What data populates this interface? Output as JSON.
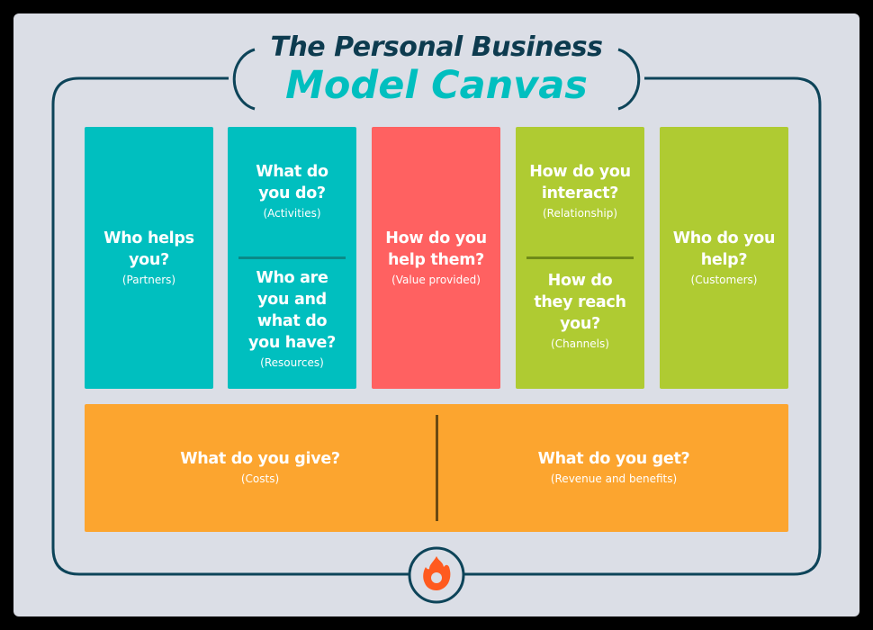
{
  "title": {
    "line1": "The Personal Business",
    "line2": "Model Canvas"
  },
  "colors": {
    "background": "#dbdee6",
    "frame": "#0d4459",
    "title_dark": "#0d3b4f",
    "teal": "#00bfbf",
    "red": "#ff6161",
    "lime": "#afcb32",
    "orange": "#fca52f",
    "logo": "#ff5a1f"
  },
  "blocks": {
    "partners": {
      "question": "Who helps you?",
      "q_line1": "Who helps",
      "q_line2": "you?",
      "label": "(Partners)"
    },
    "activities": {
      "q_line1": "What do",
      "q_line2": "you do?",
      "label": "(Activities)"
    },
    "resources": {
      "q_line1": "Who are",
      "q_line2": "you and",
      "q_line3": "what do",
      "q_line4": "you have?",
      "label": "(Resources)"
    },
    "value": {
      "q_line1": "How do you",
      "q_line2": "help them?",
      "label": "(Value provided)"
    },
    "relationship": {
      "q_line1": "How do you",
      "q_line2": "interact?",
      "label": "(Relationship)"
    },
    "channels": {
      "q_line1": "How do",
      "q_line2": "they reach",
      "q_line3": "you?",
      "label": "(Channels)"
    },
    "customers": {
      "q_line1": "Who do you",
      "q_line2": "help?",
      "label": "(Customers)"
    },
    "costs": {
      "q_line1": "What do you give?",
      "label": "(Costs)"
    },
    "revenue": {
      "q_line1": "What do you get?",
      "label": "(Revenue and benefits)"
    }
  },
  "logo": {
    "icon": "flame-icon"
  }
}
